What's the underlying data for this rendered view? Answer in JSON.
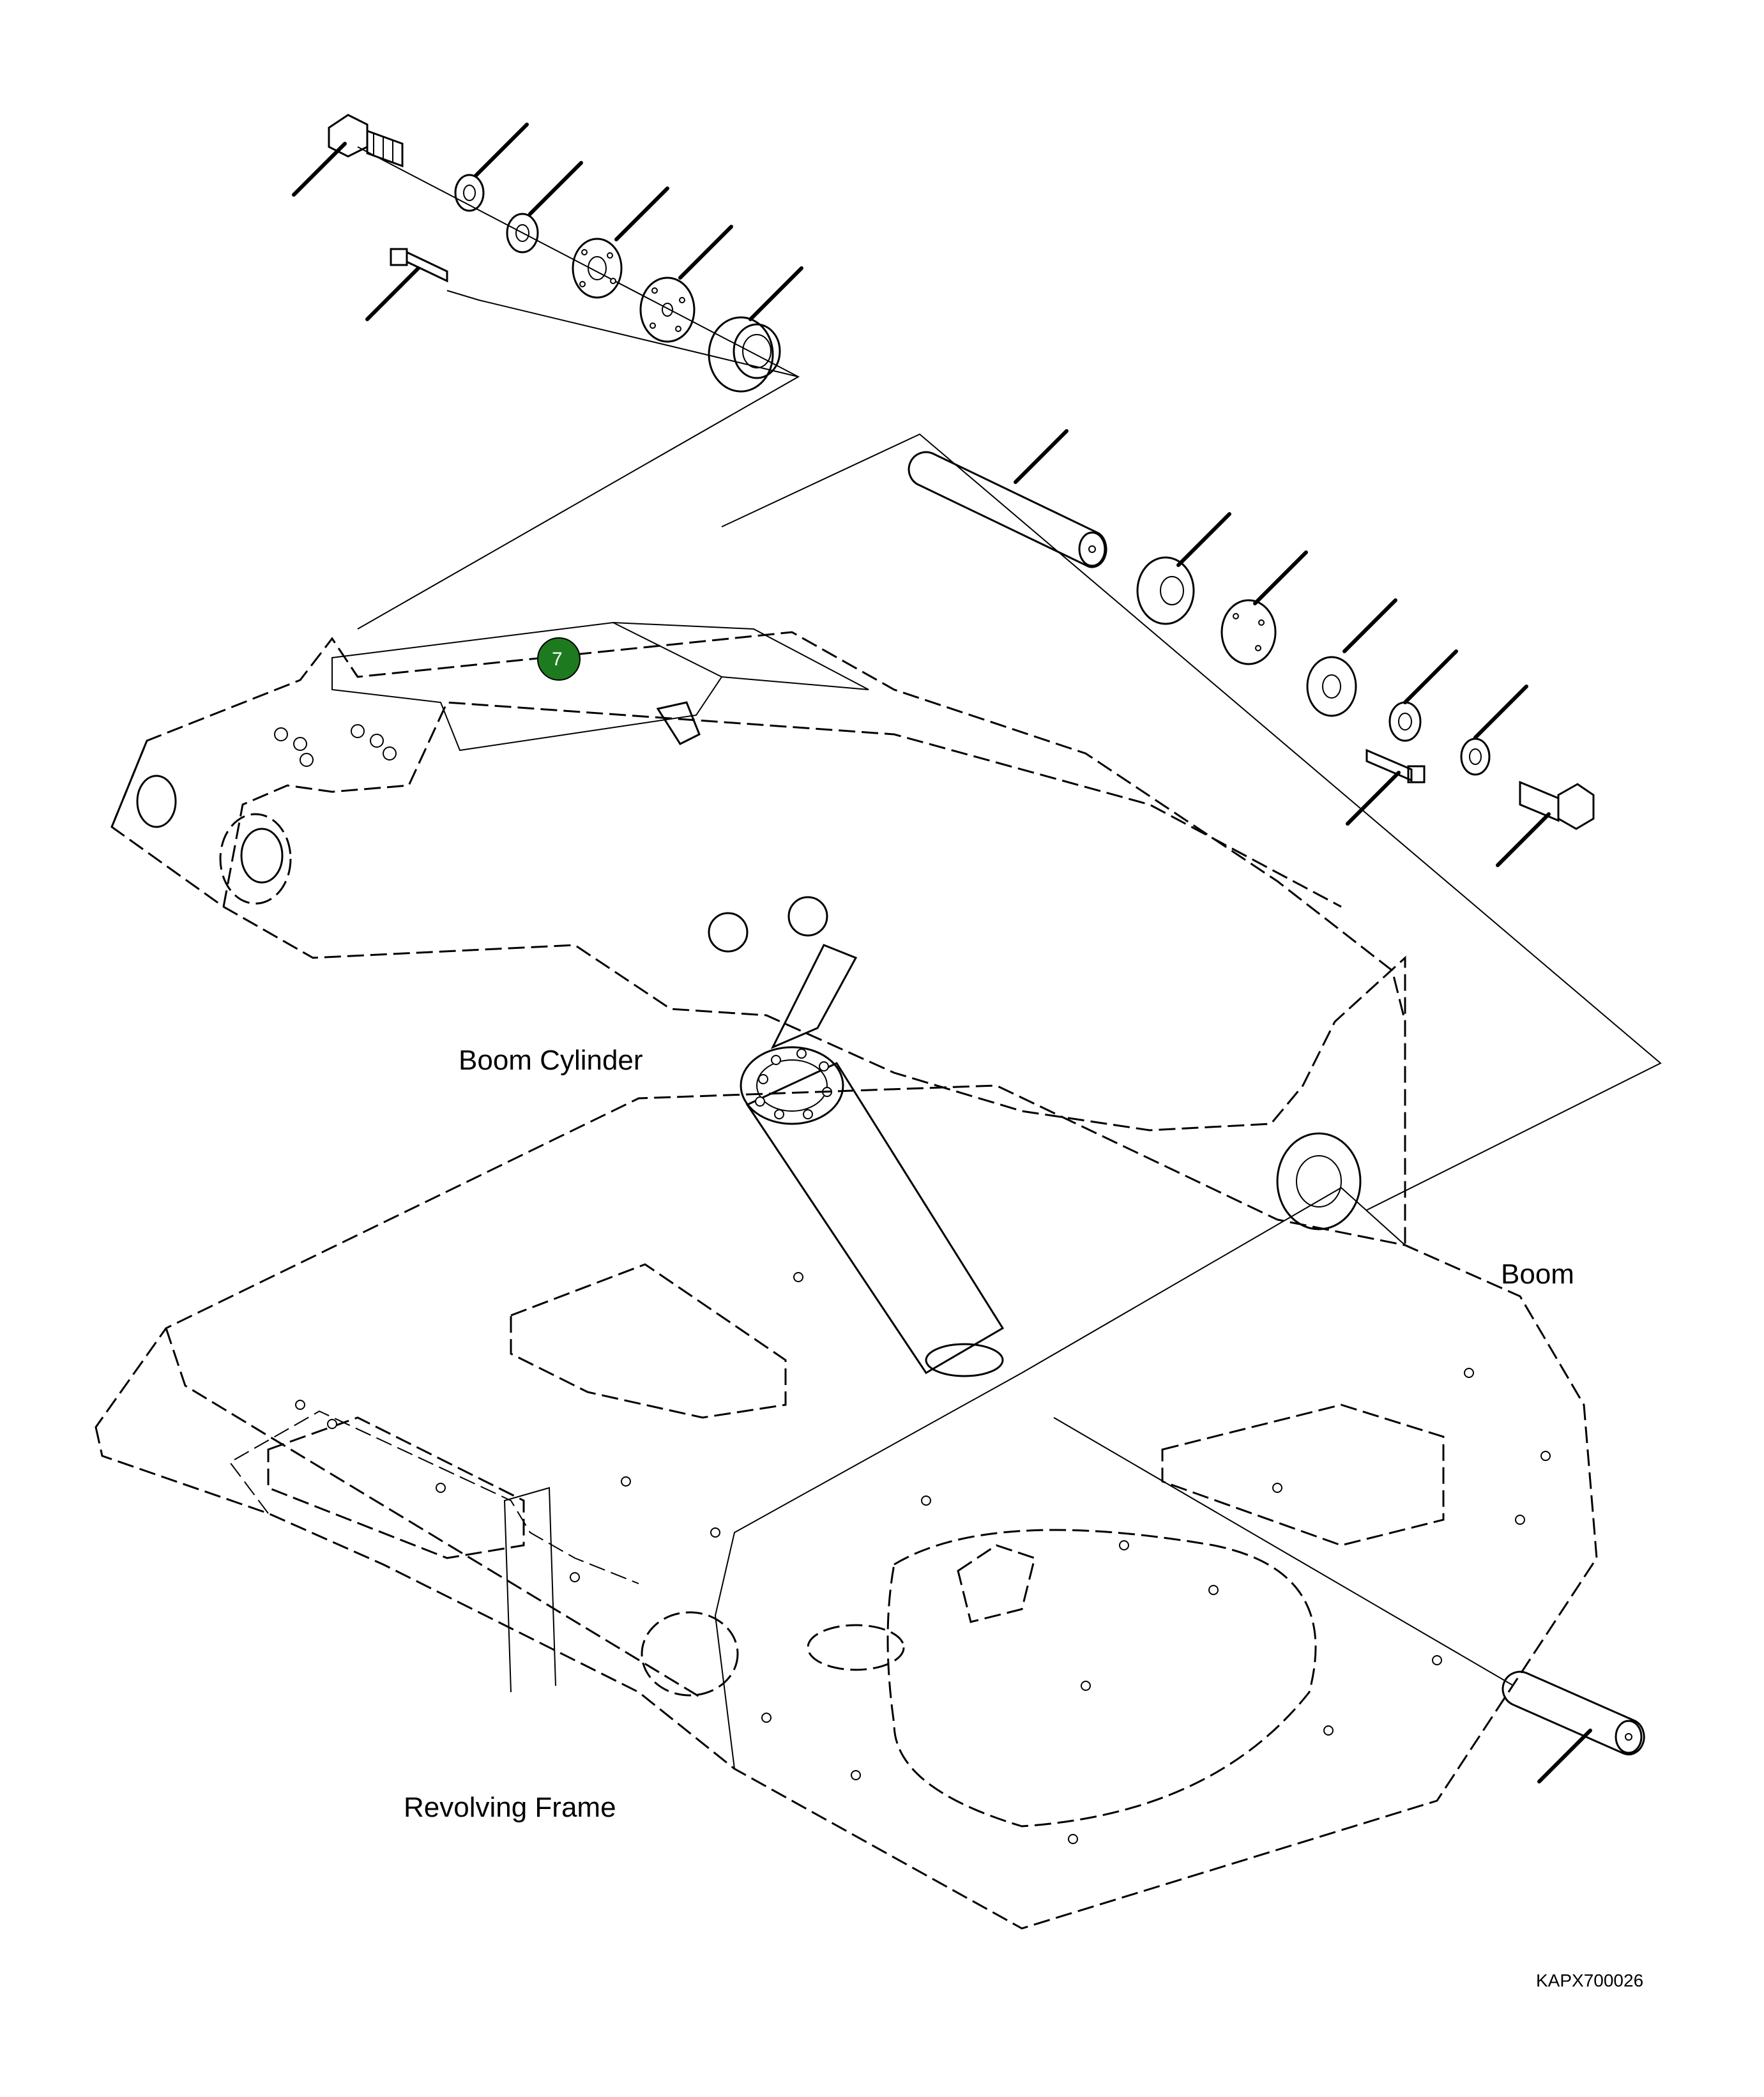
{
  "labels": {
    "boom_cylinder": "Boom Cylinder",
    "boom": "Boom",
    "revolving_frame": "Revolving Frame",
    "drawing_code": "KAPX700026"
  },
  "callouts": [
    {
      "number": "7",
      "color": "#1e7a1e"
    }
  ],
  "colors": {
    "line": "#000000",
    "background": "#ffffff",
    "callout_fill": "#1e7a1e"
  },
  "icons": {
    "callout": "numbered-circle-badge",
    "leader": "part-leader-line"
  }
}
